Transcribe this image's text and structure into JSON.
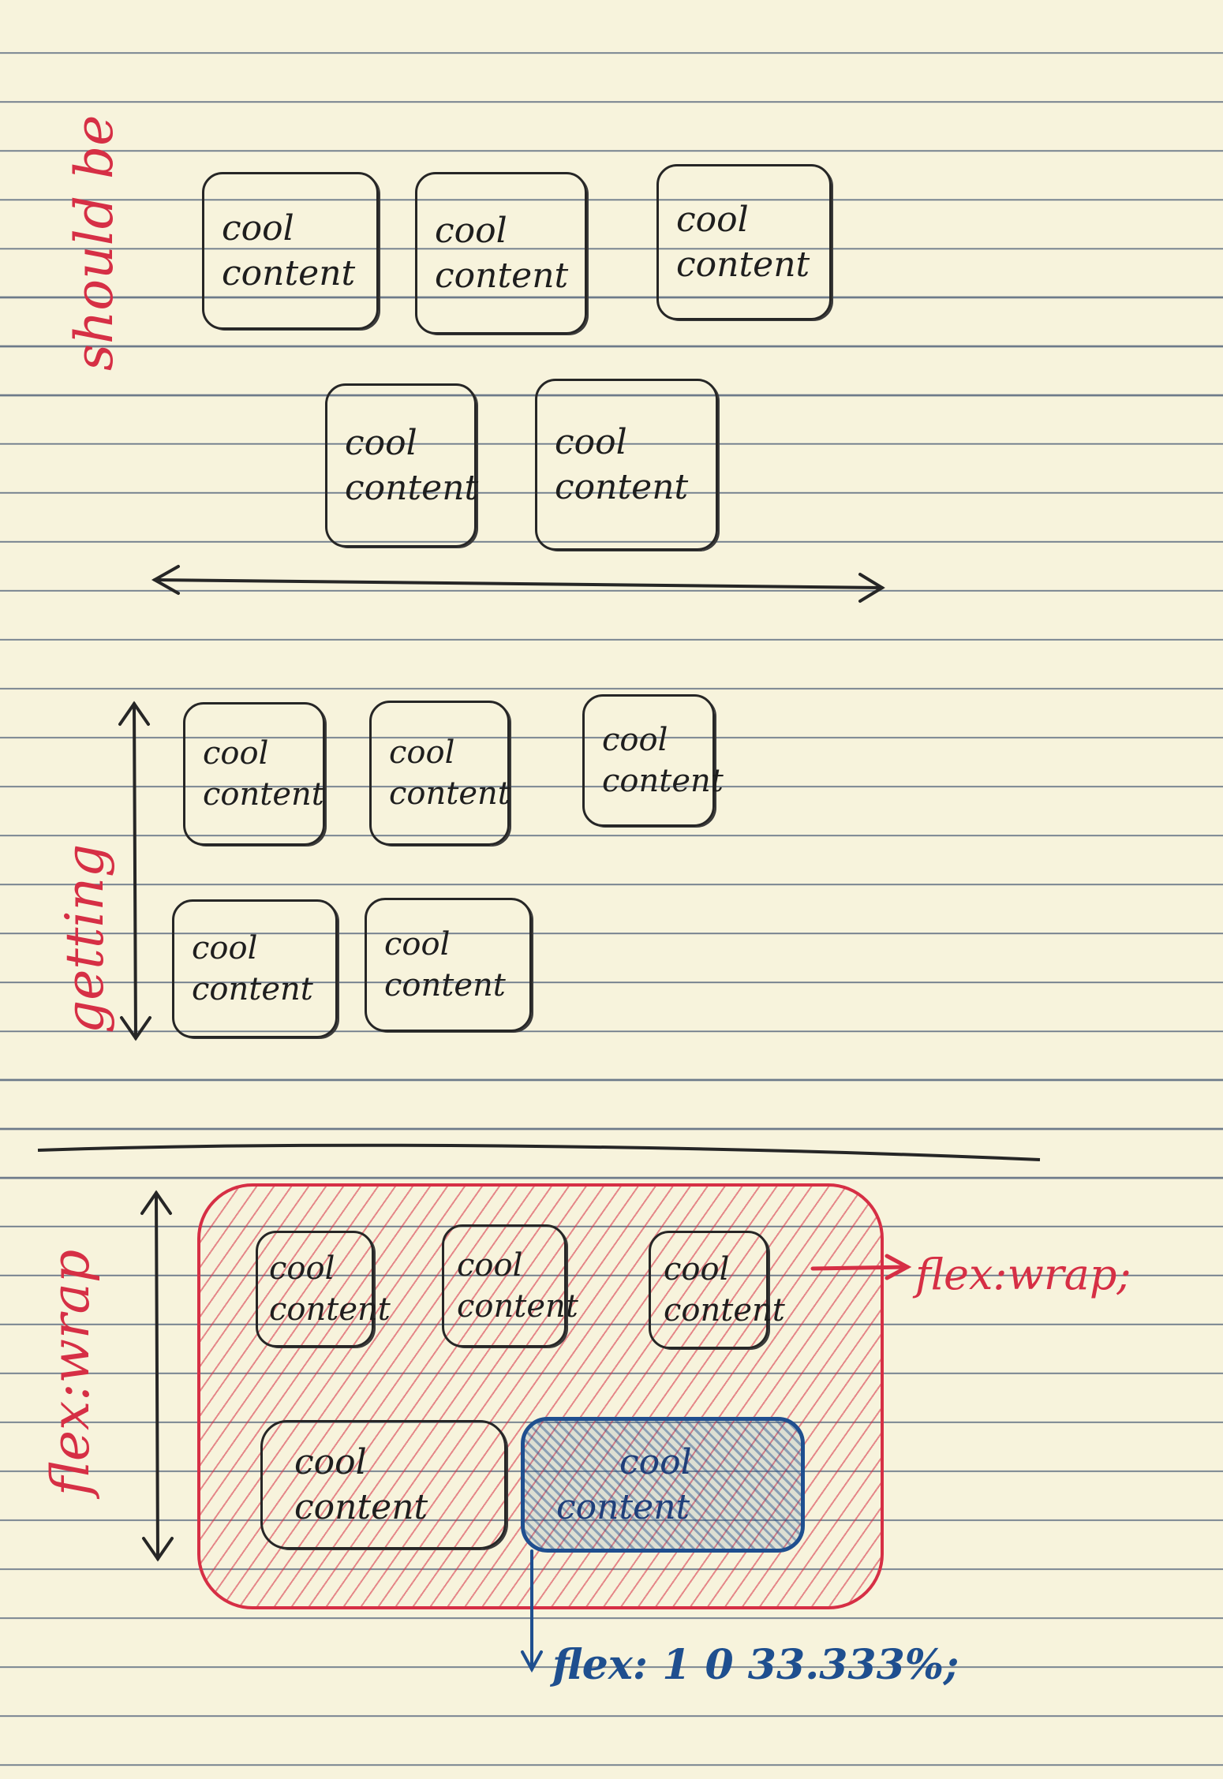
{
  "sections": {
    "should_be": {
      "label": "should be",
      "row1": [
        {
          "line1": "cool",
          "line2": "content"
        },
        {
          "line1": "cool",
          "line2": "content"
        },
        {
          "line1": "cool",
          "line2": "content"
        }
      ],
      "row2": [
        {
          "line1": "cool",
          "line2": "content"
        },
        {
          "line1": "cool",
          "line2": "content"
        }
      ]
    },
    "getting": {
      "label": "getting",
      "row1": [
        {
          "line1": "cool",
          "line2": "content"
        },
        {
          "line1": "cool",
          "line2": "content"
        },
        {
          "line1": "cool",
          "line2": "content"
        }
      ],
      "row2": [
        {
          "line1": "cool",
          "line2": "content"
        },
        {
          "line1": "cool",
          "line2": "content"
        }
      ]
    },
    "flex_wrap": {
      "label": "flex:wrap",
      "row1": [
        {
          "line1": "cool",
          "line2": "content"
        },
        {
          "line1": "cool",
          "line2": "content"
        },
        {
          "line1": "cool",
          "line2": "content"
        }
      ],
      "row2": [
        {
          "line1": "cool",
          "line2": "content"
        },
        {
          "line1": "cool",
          "line2": "content"
        }
      ],
      "container_note": "flex:wrap;",
      "item_note": "flex: 1 0 33.333%;"
    }
  },
  "colors": {
    "ink": "#262626",
    "red_pen": "#d62f45",
    "blue_pen": "#1f4f8f",
    "paper": "#f7f3dc",
    "rule_line": "#6d7a8a"
  }
}
